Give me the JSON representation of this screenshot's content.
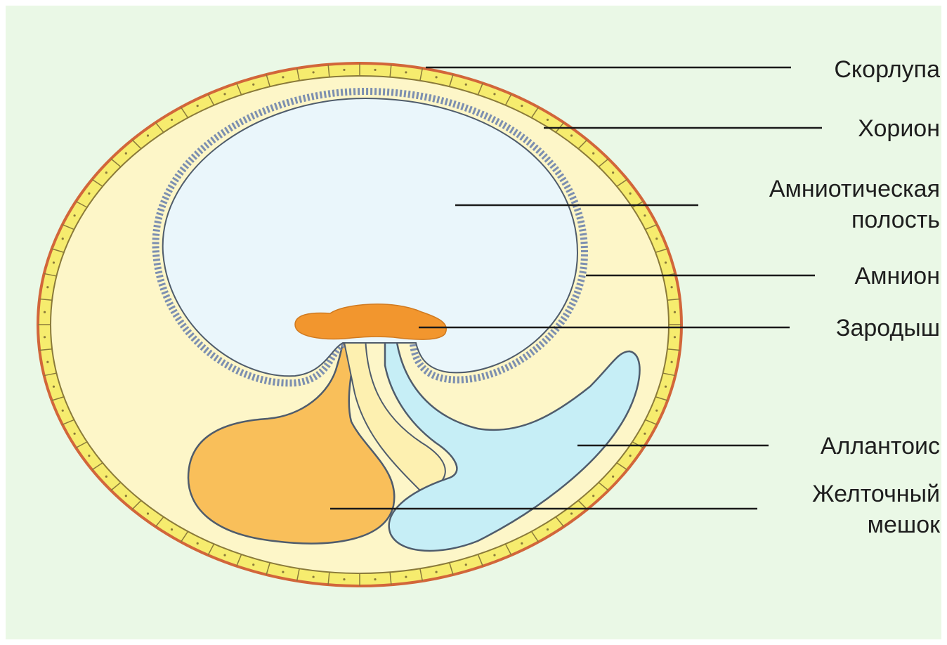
{
  "diagram": {
    "labels": {
      "shell": "Скорлупа",
      "chorion": "Хорион",
      "amniotic_cavity_line1": "Амниотическая",
      "amniotic_cavity_line2": "полость",
      "amnion": "Амнион",
      "embryo": "Зародыш",
      "allantois": "Аллантоис",
      "yolk_sac_line1": "Желточный",
      "yolk_sac_line2": "мешок"
    },
    "colors": {
      "background": "#eaf8e6",
      "shell": "#d2663a",
      "chorion_band": "#f6ec6e",
      "chorion_cell_outline": "#8a7a3a",
      "interior": "#fdf6c8",
      "amnion_membrane": "#7c8fb0",
      "amniotic_cavity": "#eaf6fb",
      "embryo": "#f2962e",
      "yolk_sac": "#f9bf5a",
      "allantois": "#c6eef6",
      "outline": "#5a6a7a"
    }
  }
}
